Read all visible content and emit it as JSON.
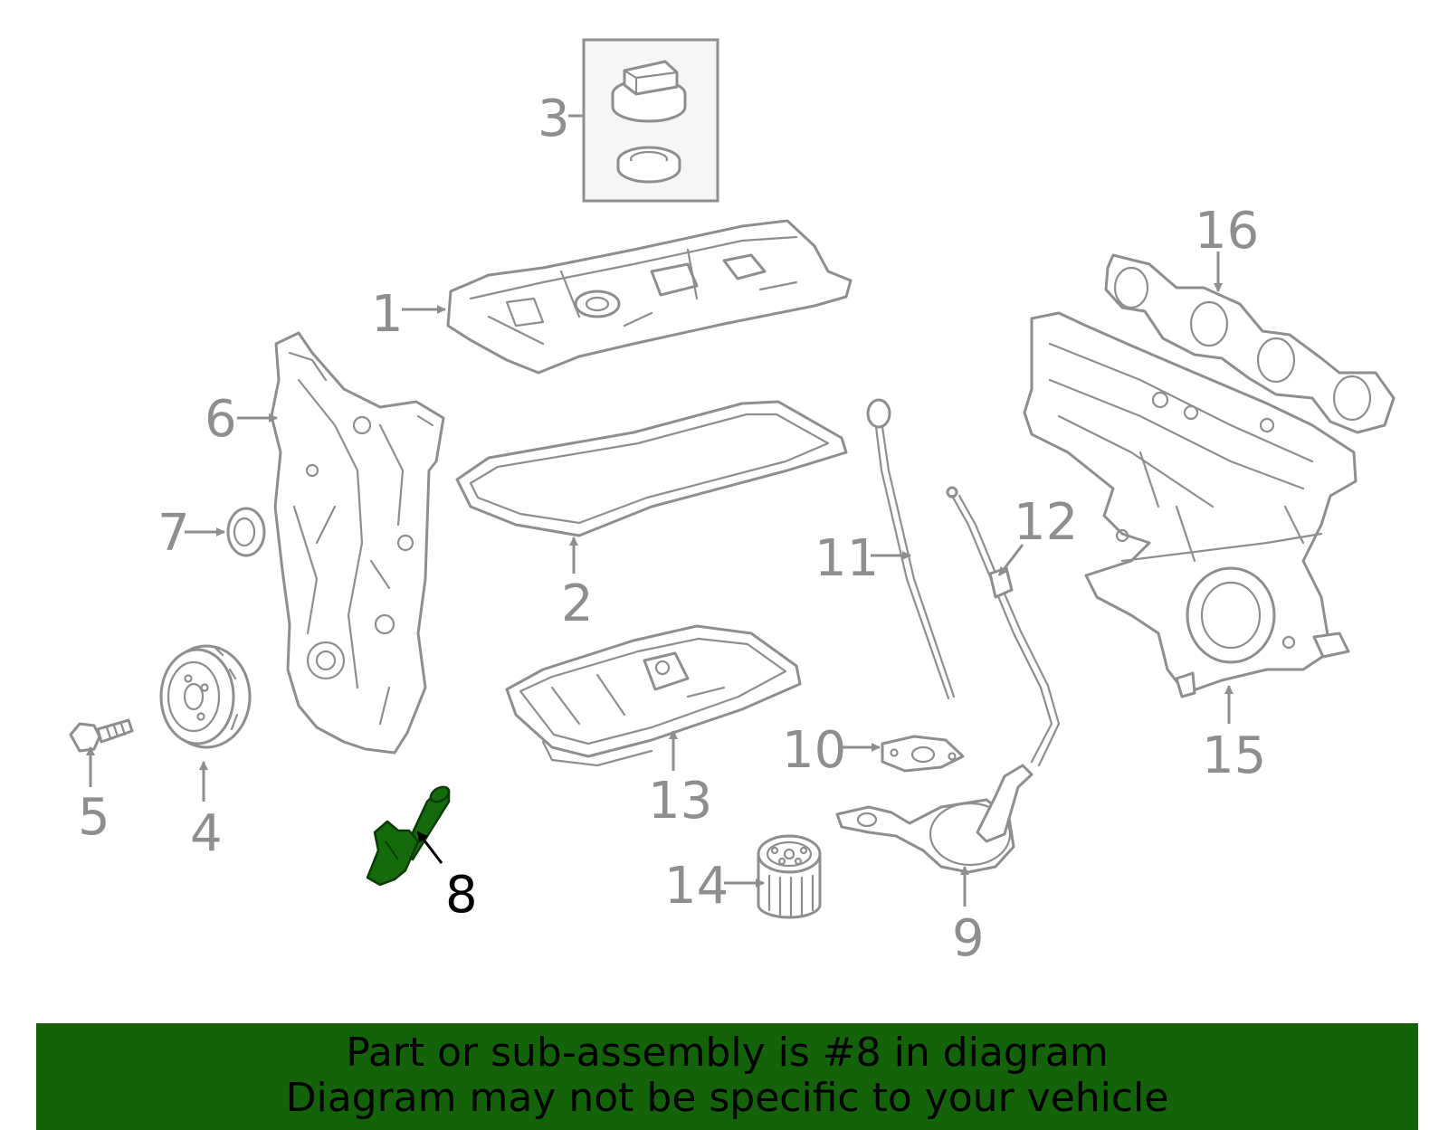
{
  "callouts": [
    "1",
    "2",
    "3",
    "4",
    "5",
    "6",
    "7",
    "8",
    "9",
    "10",
    "11",
    "12",
    "13",
    "14",
    "15",
    "16"
  ],
  "highlighted_callout": "8",
  "banner": {
    "line1": "Part or sub-assembly is #8 in diagram",
    "line2": "Diagram may not be specific to your vehicle"
  },
  "colors": {
    "highlight_part": "#156b0c",
    "banner_background": "#146209",
    "line_art": "#8e8e8e"
  }
}
